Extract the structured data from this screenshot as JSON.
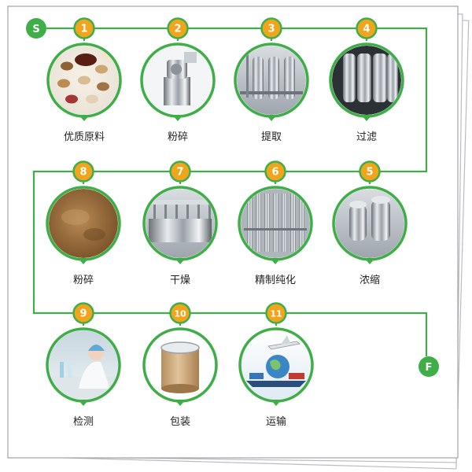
{
  "colors": {
    "line": "#3fae49",
    "badge_fill": "#f1a51c",
    "badge_ring": "#3fae49",
    "circle_ring": "#3fae49",
    "terminal_fill": "#3fae49",
    "label_text": "#222222",
    "paper_border": "#b8bcc2"
  },
  "terminals": {
    "start": "S",
    "end": "F"
  },
  "steps": [
    {
      "num": "1",
      "label": "优质原料",
      "image": "herbs-photo"
    },
    {
      "num": "2",
      "label": "粉碎",
      "image": "grinder-machine-photo"
    },
    {
      "num": "3",
      "label": "提取",
      "image": "extraction-plant-photo"
    },
    {
      "num": "4",
      "label": "过滤",
      "image": "filter-tanks-photo"
    },
    {
      "num": "5",
      "label": "浓缩",
      "image": "concentrator-photo"
    },
    {
      "num": "6",
      "label": "精制纯化",
      "image": "purification-columns-photo"
    },
    {
      "num": "7",
      "label": "干燥",
      "image": "dryer-equipment-photo"
    },
    {
      "num": "8",
      "label": "粉碎",
      "image": "brown-powder-photo"
    },
    {
      "num": "9",
      "label": "检测",
      "image": "lab-testing-photo"
    },
    {
      "num": "10",
      "label": "包装",
      "image": "fiber-drum-photo"
    },
    {
      "num": "11",
      "label": "运输",
      "image": "shipping-transport-photo"
    }
  ]
}
